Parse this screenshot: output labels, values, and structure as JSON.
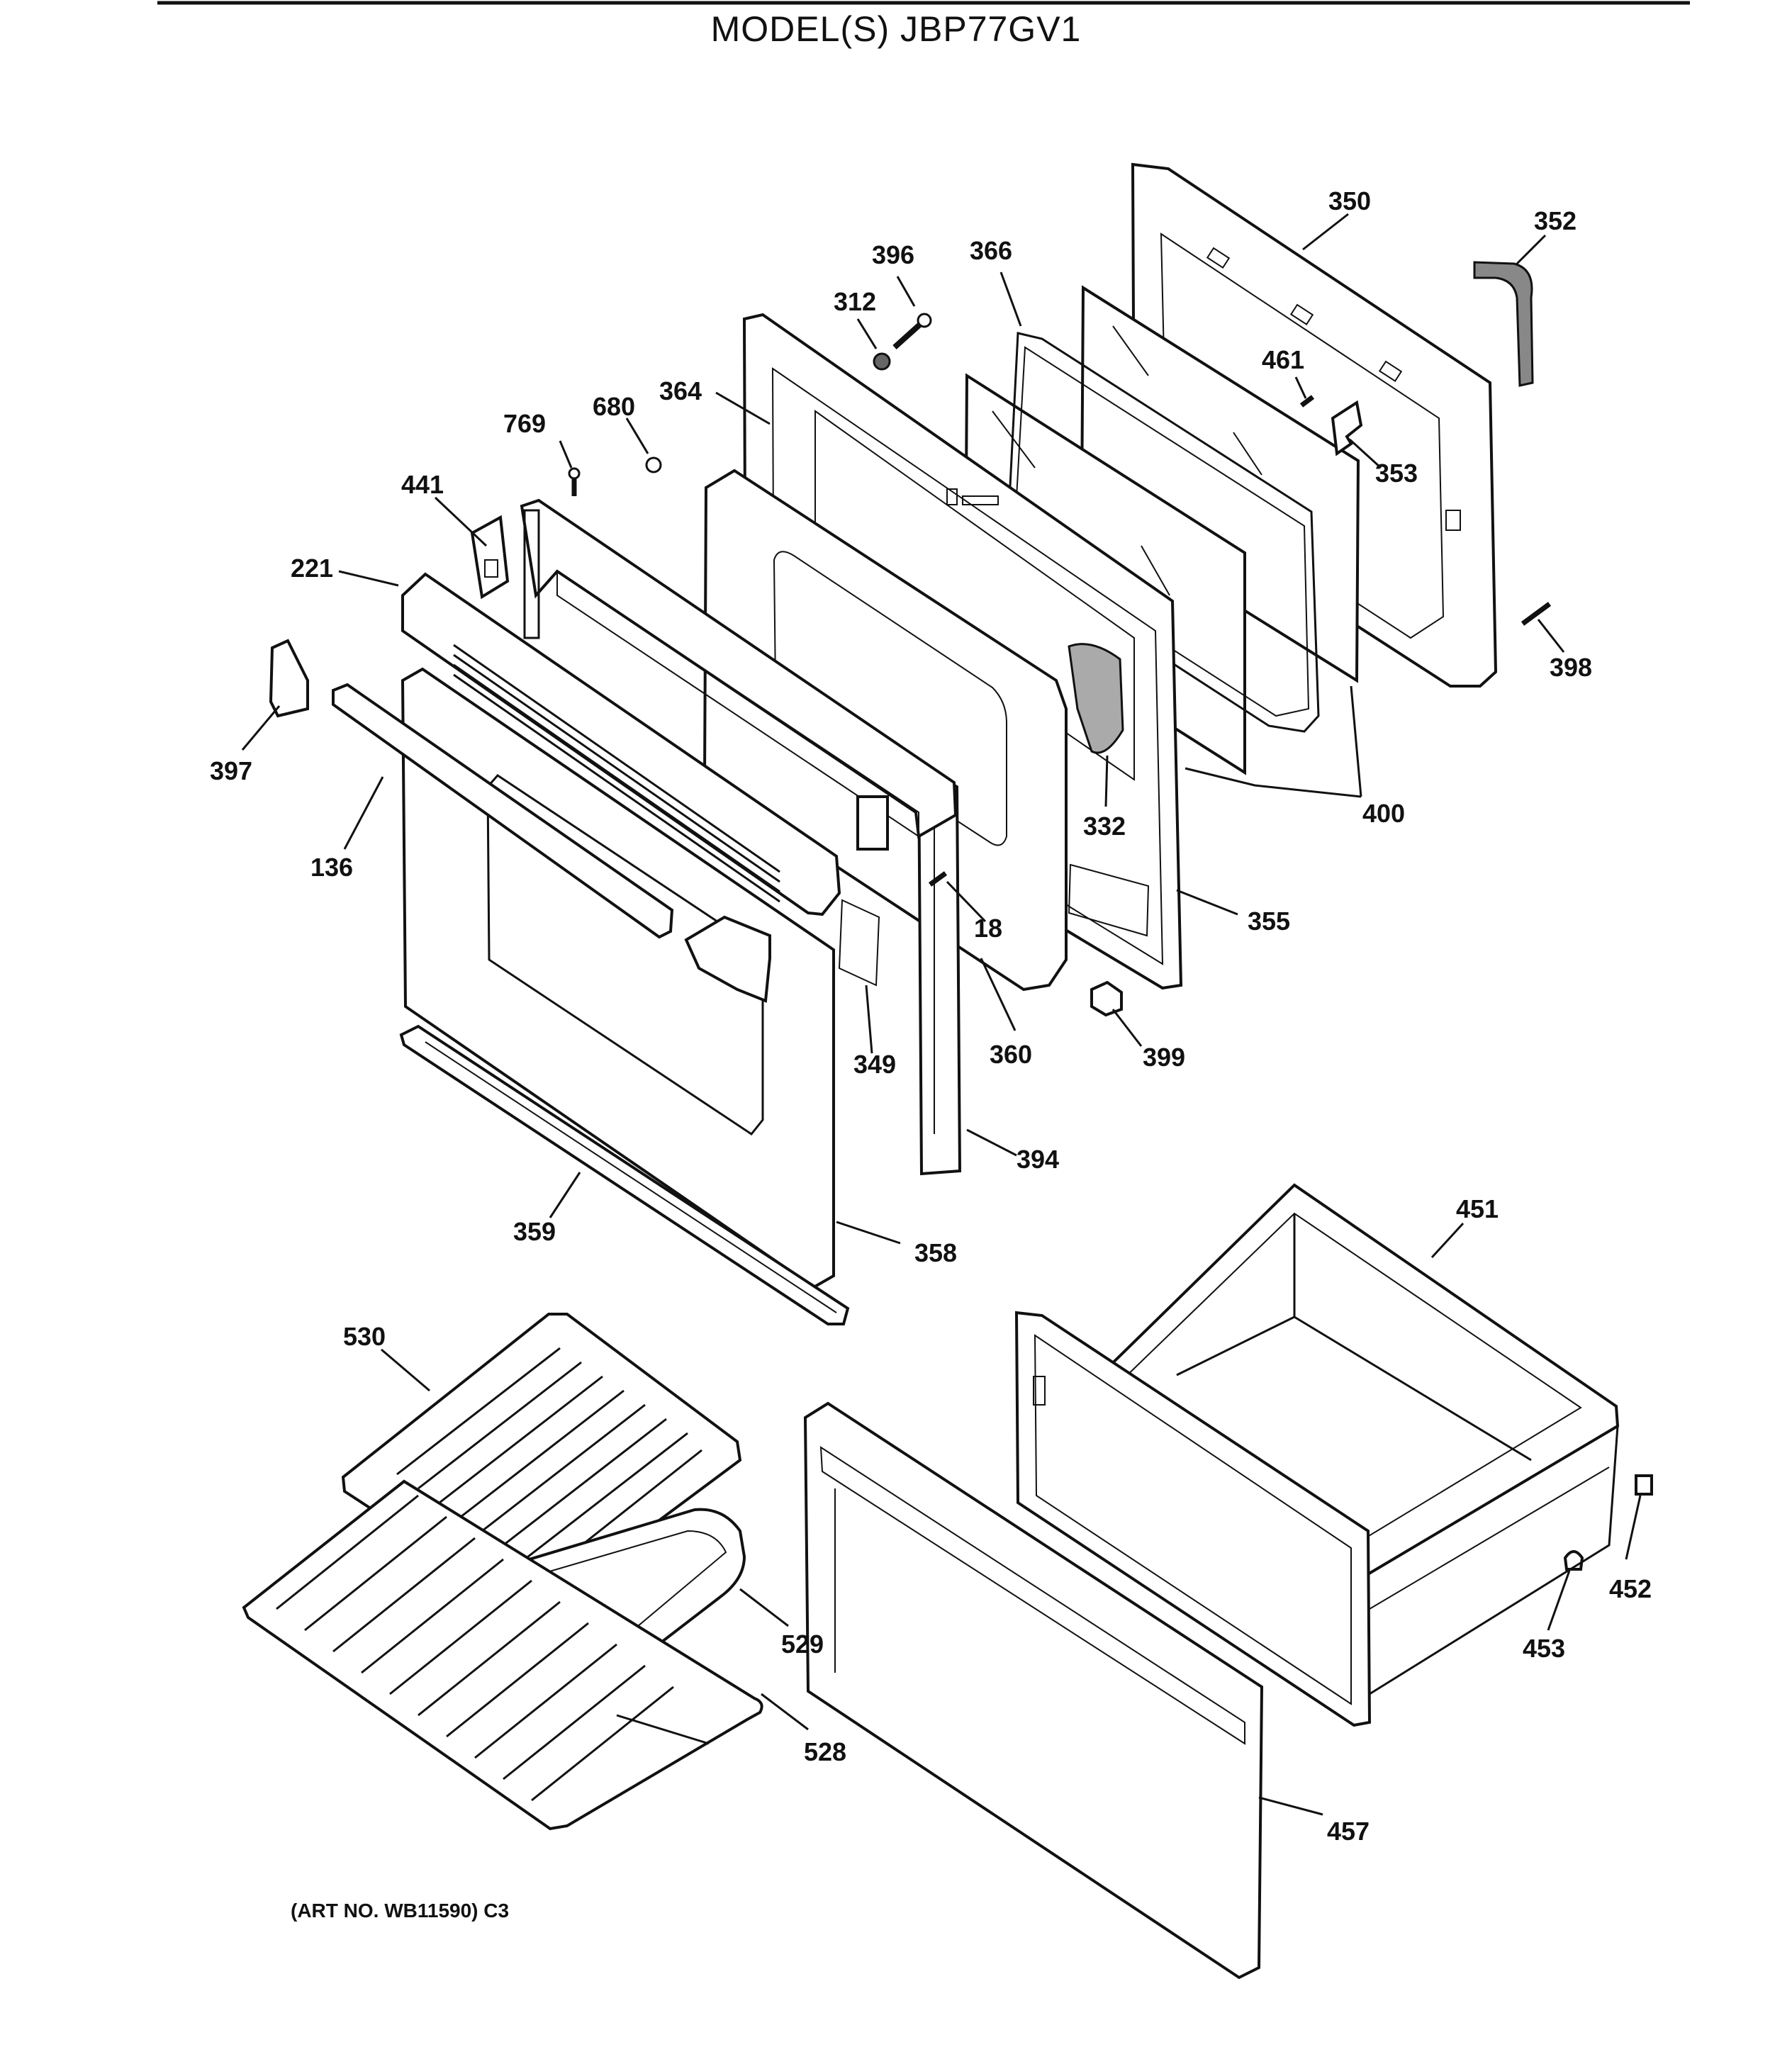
{
  "title": "MODEL(S) JBP77GV1",
  "footer": "(ART NO. WB11590) C3",
  "callouts": [
    {
      "id": "350",
      "text": "350"
    },
    {
      "id": "352",
      "text": "352"
    },
    {
      "id": "396",
      "text": "396"
    },
    {
      "id": "366",
      "text": "366"
    },
    {
      "id": "312",
      "text": "312"
    },
    {
      "id": "461",
      "text": "461"
    },
    {
      "id": "680",
      "text": "680"
    },
    {
      "id": "364",
      "text": "364"
    },
    {
      "id": "769",
      "text": "769"
    },
    {
      "id": "353",
      "text": "353"
    },
    {
      "id": "441",
      "text": "441"
    },
    {
      "id": "221",
      "text": "221"
    },
    {
      "id": "398",
      "text": "398"
    },
    {
      "id": "397",
      "text": "397"
    },
    {
      "id": "332",
      "text": "332"
    },
    {
      "id": "400",
      "text": "400"
    },
    {
      "id": "136",
      "text": "136"
    },
    {
      "id": "18",
      "text": "18"
    },
    {
      "id": "355",
      "text": "355"
    },
    {
      "id": "360",
      "text": "360"
    },
    {
      "id": "399",
      "text": "399"
    },
    {
      "id": "349",
      "text": "349"
    },
    {
      "id": "394",
      "text": "394"
    },
    {
      "id": "451",
      "text": "451"
    },
    {
      "id": "359",
      "text": "359"
    },
    {
      "id": "358",
      "text": "358"
    },
    {
      "id": "530",
      "text": "530"
    },
    {
      "id": "452",
      "text": "452"
    },
    {
      "id": "529",
      "text": "529"
    },
    {
      "id": "453",
      "text": "453"
    },
    {
      "id": "528",
      "text": "528"
    },
    {
      "id": "457",
      "text": "457"
    }
  ]
}
